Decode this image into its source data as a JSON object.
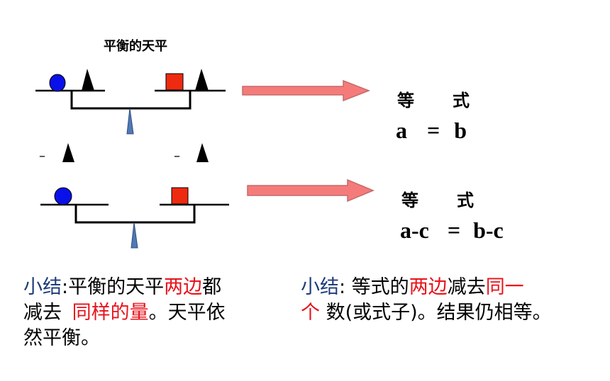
{
  "diagram": {
    "title": "平衡的天平",
    "minus_sign": "–",
    "top_equation": {
      "label_left": "等",
      "label_right": "式",
      "left": "a",
      "equals": "=",
      "right": "b"
    },
    "bottom_equation": {
      "label_left": "等",
      "label_right": "式",
      "left": "a-c",
      "equals": "=",
      "right": "b-c"
    },
    "colors": {
      "ball": "#0a10e8",
      "box": "#ee2a10",
      "weight": "#000000",
      "pivot": "#4f7ab3",
      "arrow_fill": "#f57b7b",
      "arrow_stroke": "#c66a6a",
      "highlight_red": "#e8121b",
      "highlight_blue": "#1f3b7a"
    }
  },
  "summary_left": {
    "label": "小结",
    "p1": ":平衡的天平",
    "p2": "两边",
    "p3": "都",
    "p4": "减去 ",
    "p5": "同样的量",
    "p6": "。天平依",
    "p7": "然平衡。"
  },
  "summary_right": {
    "label": "小结",
    "p1": ": 等式的",
    "p2": "两边",
    "p3": "减去",
    "p4": "同一",
    "p5": "个",
    "p6": " 数(或式子)。结果仍相等。"
  }
}
